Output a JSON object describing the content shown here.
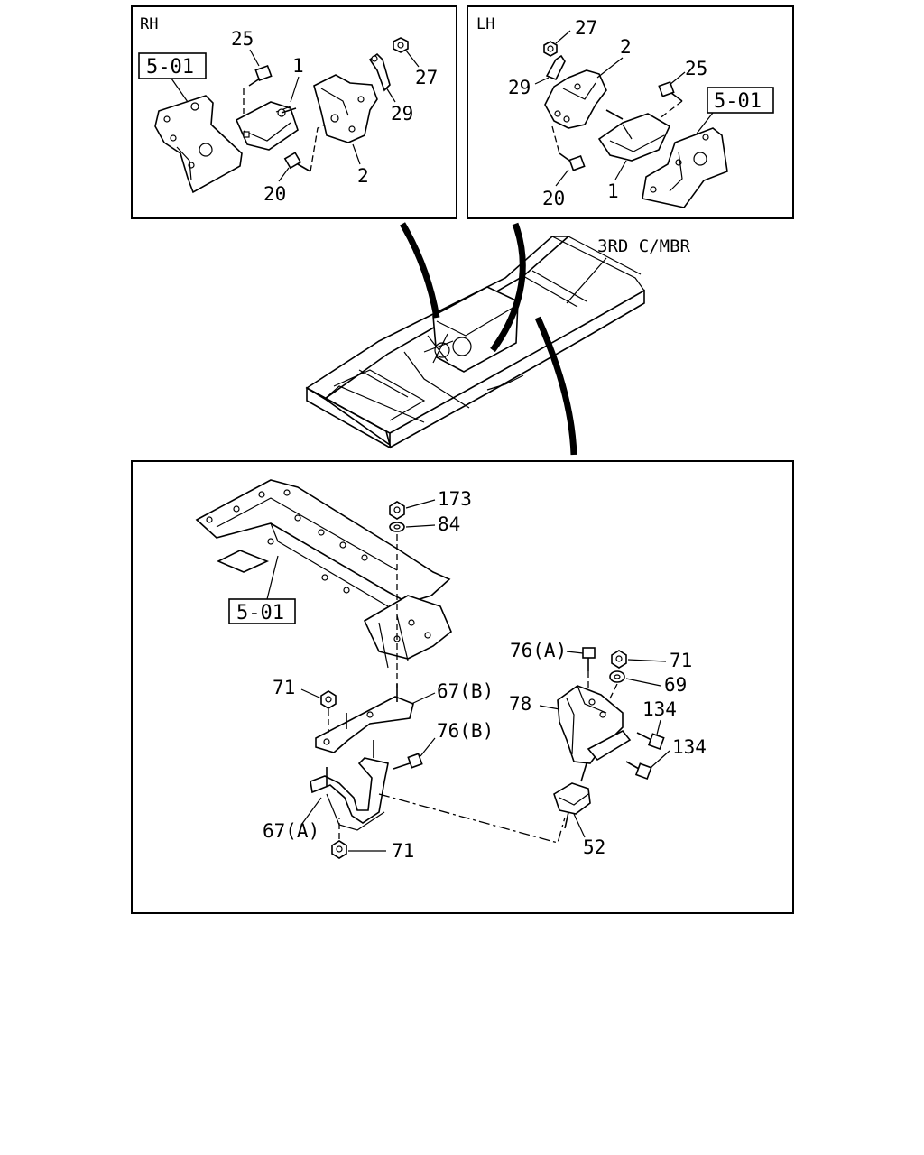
{
  "panels": {
    "rh": {
      "title": "RH",
      "callouts": {
        "c25": "25",
        "c1": "1",
        "c27": "27",
        "c29": "29",
        "c2": "2",
        "c20": "20"
      },
      "ref": "5-01"
    },
    "lh": {
      "title": "LH",
      "callouts": {
        "c27": "27",
        "c2": "2",
        "c29": "29",
        "c25": "25",
        "c20": "20",
        "c1": "1"
      },
      "ref": "5-01"
    },
    "overview": {
      "label": "3RD C/MBR"
    },
    "main": {
      "ref": "5-01",
      "callouts": {
        "c173": "173",
        "c84": "84",
        "c71_left": "71",
        "c67b": "67(B)",
        "c76b": "76(B)",
        "c67a": "67(A)",
        "c71_bottom": "71",
        "c76a": "76(A)",
        "c71_right": "71",
        "c69": "69",
        "c78": "78",
        "c134_a": "134",
        "c134_b": "134",
        "c52": "52"
      }
    }
  },
  "icons": [
    "bolt-icon",
    "nut-icon",
    "washer-icon",
    "mount-icon",
    "bracket-icon",
    "crossmember-icon"
  ]
}
